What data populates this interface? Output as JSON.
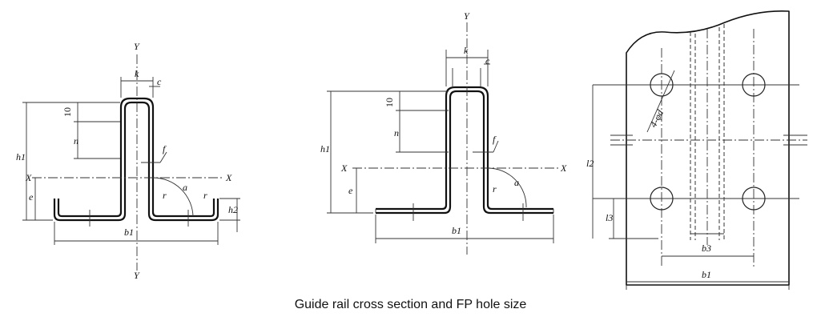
{
  "caption": "Guide rail cross section and FP hole size",
  "fig1": {
    "y_top": "Y",
    "y_bottom": "Y",
    "x_left": "X",
    "x_right": "X",
    "k": "k",
    "c": "c",
    "ten": "10",
    "n": "n",
    "h1": "h1",
    "e": "e",
    "f": "f",
    "a": "a",
    "r1": "r",
    "r2": "r",
    "h2": "h2",
    "b1": "b1"
  },
  "fig2": {
    "y_top": "Y",
    "x_left": "X",
    "x_right": "X",
    "k": "k",
    "c": "c",
    "ten": "10",
    "n": "n",
    "h1": "h1",
    "e": "e",
    "f": "f",
    "a": "a",
    "r": "r",
    "b1": "b1"
  },
  "fig3": {
    "hole": "4-φd",
    "l2": "l2",
    "l3": "l3",
    "b3": "b3",
    "b1": "b1"
  }
}
